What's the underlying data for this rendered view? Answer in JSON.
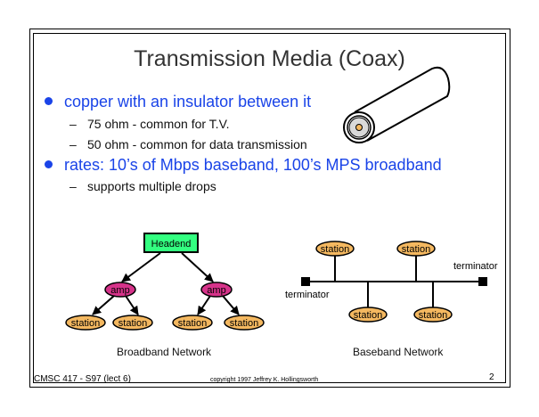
{
  "slide": {
    "title": "Transmission Media (Coax)",
    "bullets": [
      {
        "text": "copper with an insulator between it",
        "subs": [
          "75 ohm - common for T.V.",
          "50 ohm - common for data transmission"
        ]
      },
      {
        "text": "rates: 10’s of Mbps baseband, 100’s MPS broadband",
        "subs": [
          "supports multiple drops"
        ]
      }
    ],
    "dash": "–"
  },
  "broadband": {
    "headend_label": "Headend",
    "amp_label": "amp",
    "station_label": "station",
    "caption": "Broadband Network",
    "colors": {
      "headend": "#33ff80",
      "amp": "#d6338a",
      "station": "#f4b860"
    }
  },
  "baseband": {
    "station_label": "station",
    "terminator_left": "terminator",
    "terminator_right": "terminator",
    "caption": "Baseband Network"
  },
  "footer": {
    "course": "CMSC 417 - S97  (lect 6)",
    "copyright": "copyright 1997  Jeffrey K. Hollingsworth",
    "page_number": "2"
  }
}
